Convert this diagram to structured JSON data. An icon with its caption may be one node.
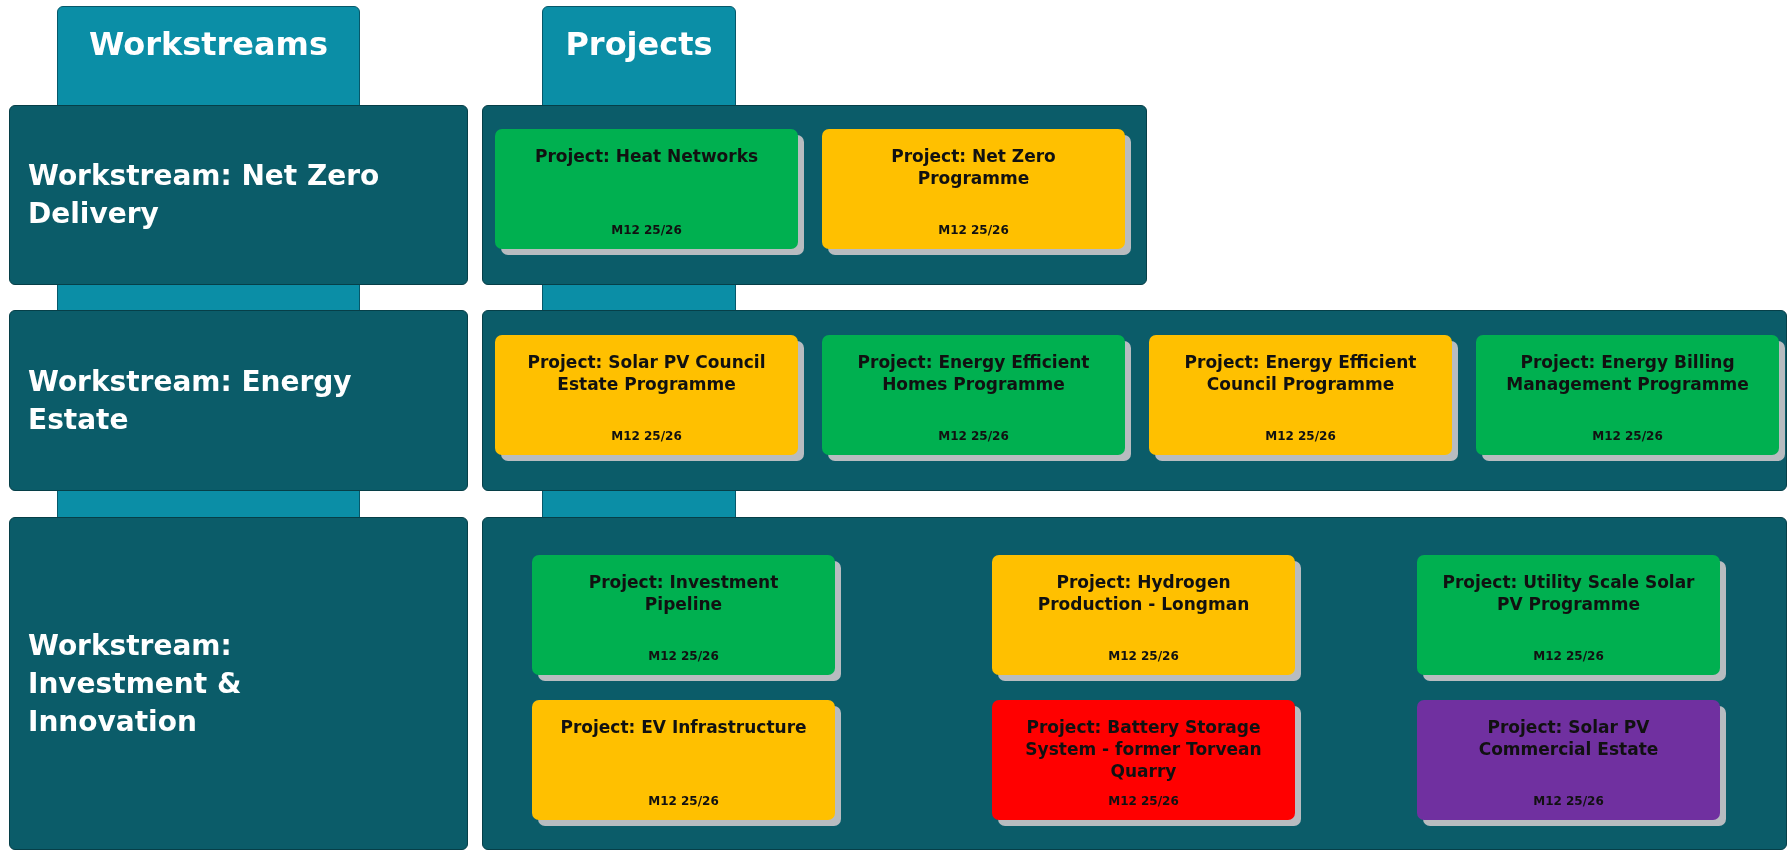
{
  "diagram": {
    "nodes": [
      {
        "text": [
          "Workstreams"
        ]
      },
      {
        "text": [
          "Projects"
        ]
      },
      {
        "text": [
          "Workstream: Net Zero Delivery"
        ]
      },
      {
        "text": [],
        "shape": "box"
      },
      {
        "text": [
          "Project: Heat Networks",
          "M12 25/26"
        ],
        "in": 3
      },
      {
        "text": [
          "Project: Net Zero Programme",
          "M12 25/26"
        ],
        "in": 3
      },
      {
        "text": [
          "Workstream: Energy Estate"
        ]
      },
      {
        "text": [],
        "shape": "box"
      },
      {
        "text": [
          "Project: Solar PV Council Estate Programme",
          "M12 25/26"
        ],
        "in": 7
      },
      {
        "text": [
          "Project: Energy Efficient Homes Programme",
          "M12 25/26"
        ],
        "in": 7
      },
      {
        "text": [
          "Project: Energy Efficient Council Programme",
          "M12 25/26"
        ],
        "in": 7
      },
      {
        "text": [
          "Project: Energy Billing Management Programme",
          "M12 25/26"
        ],
        "in": 7
      },
      {
        "text": [
          "Workstream: Investment & Innovation"
        ]
      },
      {
        "text": [],
        "shape": "box"
      },
      {
        "text": [
          "Project: Investment Pipeline",
          "M12 25/26"
        ],
        "in": 13
      },
      {
        "text": [
          "Project: Hydrogen Production - Longman",
          "M12 25/26"
        ],
        "in": 13
      },
      {
        "text": [
          "Project: Utility Scale Solar PV Programme",
          "M12 25/26"
        ],
        "in": 13
      },
      {
        "text": [
          "Project: EV Infrastructure",
          "M12 25/26"
        ],
        "in": 13
      },
      {
        "text": [
          "Project: Battery Storage System - former Torvean Quarry",
          "M12 25/26"
        ],
        "in": 13
      },
      {
        "text": [
          "Project: Solar PV Commercial Estate",
          "M12 25/26"
        ],
        "in": 13
      }
    ]
  }
}
